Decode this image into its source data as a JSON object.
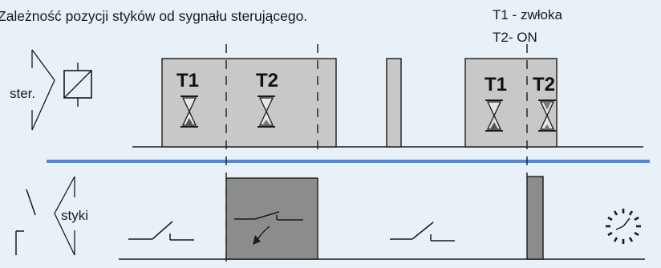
{
  "title": "Zależność pozycji styków od sygnału sterującego.",
  "legend": {
    "t1": "T1 - zwłoka",
    "t2": "T2- ON"
  },
  "control_label": "ster.",
  "contacts_label": "styki",
  "timers": {
    "block1": {
      "t1": "T1",
      "t2": "T2"
    },
    "block2": {
      "t1": "T1",
      "t2": "T2"
    }
  },
  "colors": {
    "background": "#e8f0f8",
    "pulse_fill": "#c8c8c8",
    "contact_fill": "#8c8c8c",
    "separator": "#5b87c8",
    "line": "#1a1a1a",
    "dashed": "#1a1a1a"
  },
  "icons": [
    "relay-coil-icon",
    "hourglass-icon",
    "clock-icon",
    "contact-switch-icon"
  ]
}
